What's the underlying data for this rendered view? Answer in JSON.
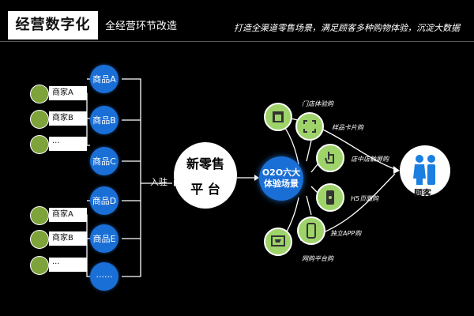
{
  "header": {
    "title": "经营数字化",
    "subtitle": "全经营环节改造",
    "slogan": "打造全渠道零售场景，满足顾客多种购物体验，沉淀大数据"
  },
  "merchants_top": [
    "商家A",
    "商家B",
    "···"
  ],
  "merchants_bottom": [
    "商家A",
    "商家B",
    "···"
  ],
  "products": [
    "商品A",
    "商品B",
    "商品C",
    "商品D",
    "商品E",
    "······"
  ],
  "entry_label": "入驻",
  "platform": {
    "line1": "新零售",
    "line2": "平 台"
  },
  "o2o": {
    "line1": "O2O六大",
    "line2": "体验场景"
  },
  "scenes": [
    {
      "label": "门店体验购",
      "icon": "store-icon"
    },
    {
      "label": "样品卡片购",
      "icon": "card-scan-icon"
    },
    {
      "label": "店中店触屏购",
      "icon": "touch-hand-icon"
    },
    {
      "label": "H5页面购",
      "icon": "phone-icon"
    },
    {
      "label": "独立APP购",
      "icon": "mobile-app-icon"
    },
    {
      "label": "网购平台购",
      "icon": "cart-monitor-icon"
    }
  ],
  "customer": {
    "label": "顾客",
    "icon": "customers-icon"
  },
  "colors": {
    "blue": "#1a6fd6",
    "green": "#9ed36a",
    "avatar": "#7da33a"
  }
}
